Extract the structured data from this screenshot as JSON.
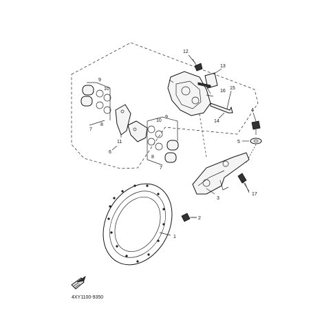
{
  "callouts": {
    "c1": "1",
    "c2": "2",
    "c3": "3",
    "c4": "4",
    "c5": "5",
    "c6": "6",
    "c7a": "7",
    "c7b": "7",
    "c8a": "8",
    "c8b": "8",
    "c9a": "9",
    "c9b": "9",
    "c10a": "10",
    "c10b": "10",
    "c11": "11",
    "c12": "12",
    "c13": "13",
    "c14": "14",
    "c15": "15",
    "c16": "16",
    "c17": "17"
  },
  "footer": {
    "part_code": "4XY1100-9350"
  },
  "icons": {
    "front_marker": "front-direction-icon"
  }
}
